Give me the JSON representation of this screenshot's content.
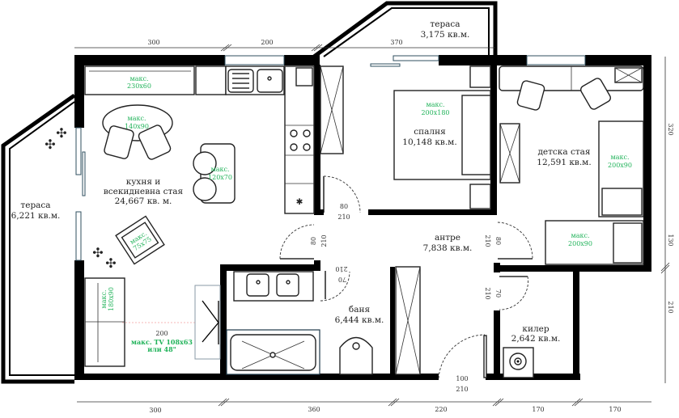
{
  "rooms": {
    "kitchen": {
      "name1": "кухня и",
      "name2": "всекидневна стая",
      "area": "24,667 кв. м."
    },
    "terrace_left": {
      "name": "тераса",
      "area": "6,221 кв.м."
    },
    "terrace_top": {
      "name": "тераса",
      "area": "3,175 кв.м."
    },
    "bedroom": {
      "name": "спалня",
      "area": "10,148 кв.м."
    },
    "kids_room": {
      "name": "детска стая",
      "area": "12,591 кв.м."
    },
    "hall": {
      "name": "антре",
      "area": "7,838 кв.м."
    },
    "bathroom": {
      "name": "баня",
      "area": "6,444 кв.м."
    },
    "storage": {
      "name": "килер",
      "area": "2,642 кв.м."
    }
  },
  "furniture": {
    "sofa_top": {
      "l1": "макс.",
      "l2": "230x60"
    },
    "dining_table": {
      "l1": "макс.",
      "l2": "140x90"
    },
    "island": {
      "l1": "макс.",
      "l2": "120x70"
    },
    "armchair": {
      "l1": "макс.",
      "l2": "75x75"
    },
    "sofa_left": {
      "l1": "макс.",
      "l2": "180x90"
    },
    "tv": {
      "distance": "200",
      "l1": "макс. TV 108x63",
      "l2": "или 48\""
    },
    "bed": {
      "l1": "макс.",
      "l2": "200x180"
    },
    "kids_bed_1": {
      "l1": "макс.",
      "l2": "200x90"
    },
    "kids_bed_2": {
      "l1": "макс.",
      "l2": "200x90"
    }
  },
  "doors": {
    "bedroom": {
      "width": "80",
      "height": "210"
    },
    "kitchen": {
      "width": "80",
      "height": "210"
    },
    "bathroom": {
      "width": "70",
      "height": "210"
    },
    "kids": {
      "width": "80",
      "height": "210"
    },
    "storage": {
      "width": "70",
      "height": "210"
    },
    "entrance": {
      "width": "100",
      "height": "210"
    }
  },
  "dimensions": {
    "top": [
      "300",
      "200",
      "370"
    ],
    "bottom": [
      "300",
      "360",
      "220",
      "170",
      "170"
    ],
    "right": [
      "320",
      "130",
      "210"
    ]
  },
  "colors": {
    "label_green": "#21b35a",
    "wall": "#000000"
  }
}
